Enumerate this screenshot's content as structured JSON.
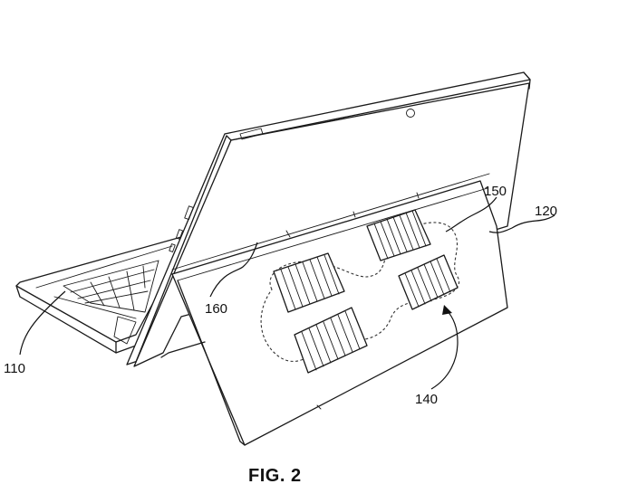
{
  "figure": {
    "caption": "FIG. 2",
    "reference_labels": {
      "keyboard": "110",
      "kickstand": "120",
      "vent_region": "140",
      "heat_path": "150",
      "hinge": "160"
    }
  },
  "colors": {
    "line": "#1a1a1a",
    "background": "#ffffff"
  }
}
